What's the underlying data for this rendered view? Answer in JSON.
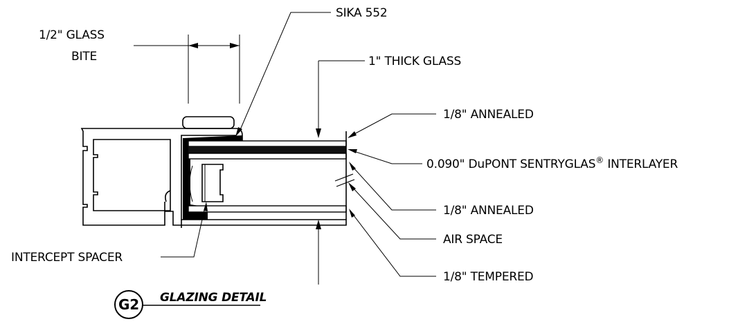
{
  "labels": {
    "glass_bite_line1": "1/2\" GLASS",
    "glass_bite_line2": "BITE",
    "sika": "SIKA 552",
    "thick_glass": "1\" THICK GLASS",
    "annealed_top": "1/8\" ANNEALED",
    "interlayer_main": "0.090\" DuPONT SENTRYGLAS",
    "interlayer_reg": "®",
    "interlayer_tail": " INTERLAYER",
    "annealed_bottom": "1/8\" ANNEALED",
    "air_space": "AIR SPACE",
    "tempered": "1/8\" TEMPERED",
    "spacer": "INTERCEPT SPACER"
  },
  "title": {
    "badge": "G2",
    "text": "GLAZING DETAIL"
  }
}
